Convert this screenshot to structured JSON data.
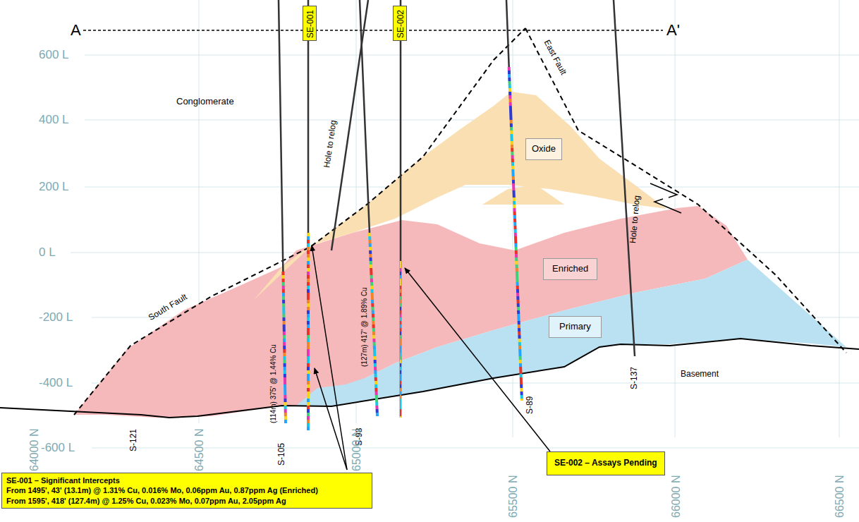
{
  "diagram": {
    "nodes": [
      {
        "text": [
          "SE-001"
        ]
      },
      {
        "text": [
          "SE-002"
        ]
      },
      {
        "text": [
          "Oxide"
        ]
      },
      {
        "text": [
          "Enriched"
        ]
      },
      {
        "text": [
          "Primary"
        ]
      },
      {
        "text": [
          "SE-001 – Significant Intercepts",
          "From 1495', 43' (13.1m) @ 1.31% Cu, 0.016% Mo, 0.06ppm Au, 0.87ppm Ag (Enriched)",
          "From 1595', 418' (127.4m) @ 1.25% Cu, 0.023% Mo, 0.07ppm Au, 2.05ppm Ag"
        ]
      },
      {
        "text": [
          "SE-002 – Assays Pending"
        ]
      }
    ],
    "labels": [
      "A",
      "A'",
      "600 L",
      "400 L",
      "200 L",
      "0 L",
      "-200 L",
      "-400 L",
      "-600 L",
      "Conglomerate",
      "Hole to relog",
      "East Fault",
      "Hole to relog",
      "South Fault",
      "Basement",
      "(114m) 375' @ 1.44% Cu",
      "(127m) 417' @ 1.89% Cu",
      "S-121",
      "S-105",
      "S-98",
      "S-89",
      "S-137",
      "64000 N",
      "64500 N",
      "65000 N",
      "65500 N",
      "66000 N",
      "66500 N"
    ]
  }
}
